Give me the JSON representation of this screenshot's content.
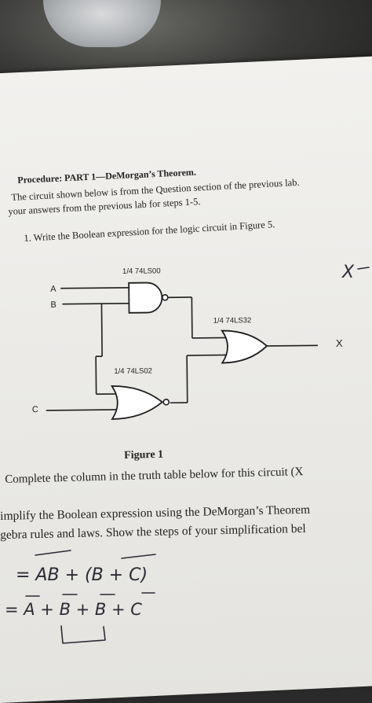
{
  "doc": {
    "heading": "Procedure: PART 1—DeMorgan’s Theorem.",
    "intro_line1": "The circuit shown below is from the Question section of the previous lab.",
    "intro_line2": "your answers from the previous lab for steps 1-5.",
    "question1": "1.   Write the Boolean expression for the logic circuit in Figure 5.",
    "figure_caption": "Figure 1",
    "complete_line": "Complete the column in the truth table below for this circuit  (X",
    "simplify_line1": "implify the Boolean expression using the DeMorgan’s Theorem",
    "simplify_line2": "gebra rules and laws.  Show the steps of your simplification bel"
  },
  "circuit": {
    "input_a": "A",
    "input_b": "B",
    "input_c": "C",
    "output": "X",
    "nand_label": "1/4 74LS00",
    "or_label": "1/4 74LS32",
    "nor_label": "1/4 74LS02"
  },
  "handwriting": {
    "corner_mark": "X",
    "step1": "= AB + (B + C)",
    "step2": "= A + B + B + C"
  }
}
